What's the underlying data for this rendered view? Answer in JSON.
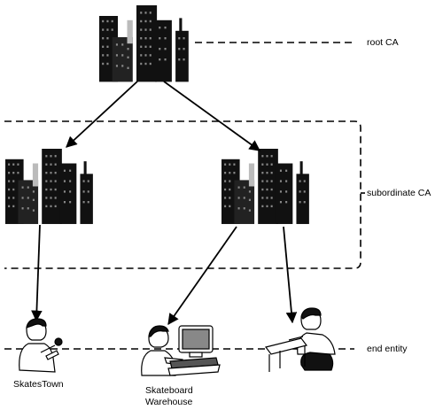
{
  "labels": {
    "root_ca": "root CA",
    "subordinate_ca": "subordinate CA",
    "end_entity": "end entity",
    "skatestown": "SkatesTown",
    "skateboard_warehouse": "Skateboard Warehouse"
  }
}
